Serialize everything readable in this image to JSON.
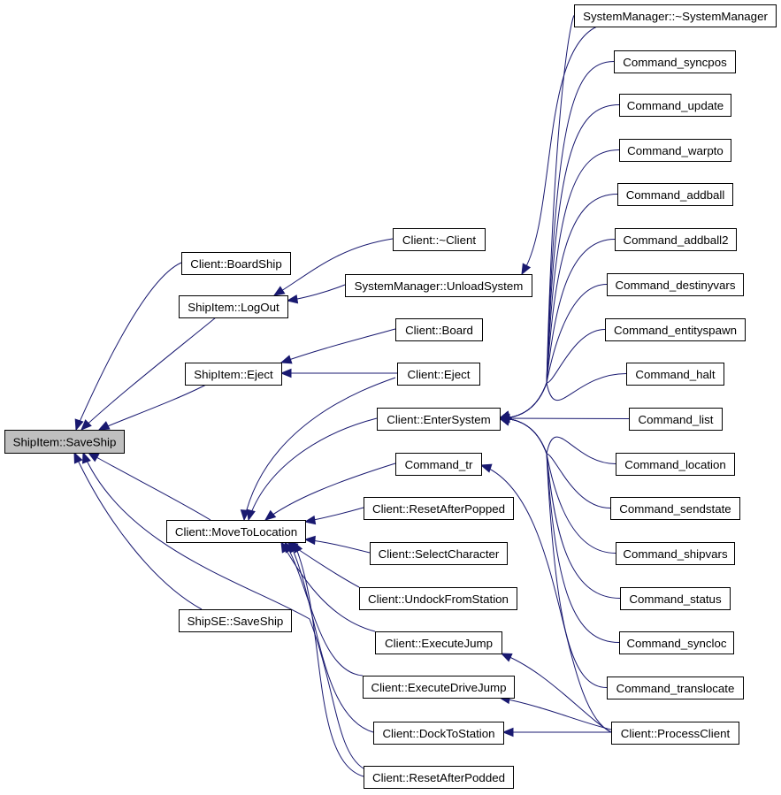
{
  "diagram": {
    "type": "call-graph",
    "edge_color": "#191970",
    "root_fill": "#bfbfbf",
    "nodes": [
      {
        "id": "saveship",
        "label": "ShipItem::SaveShip",
        "root": true
      },
      {
        "id": "boardship",
        "label": "Client::BoardShip"
      },
      {
        "id": "logout",
        "label": "ShipItem::LogOut"
      },
      {
        "id": "eject_item",
        "label": "ShipItem::Eject"
      },
      {
        "id": "movetoloc",
        "label": "Client::MoveToLocation"
      },
      {
        "id": "shipse_save",
        "label": "ShipSE::SaveShip"
      },
      {
        "id": "client_dtor",
        "label": "Client::~Client"
      },
      {
        "id": "unloadsys",
        "label": "SystemManager::UnloadSystem"
      },
      {
        "id": "client_board",
        "label": "Client::Board"
      },
      {
        "id": "client_eject",
        "label": "Client::Eject"
      },
      {
        "id": "entersystem",
        "label": "Client::EnterSystem"
      },
      {
        "id": "cmd_tr",
        "label": "Command_tr"
      },
      {
        "id": "resetpopped",
        "label": "Client::ResetAfterPopped"
      },
      {
        "id": "selectchar",
        "label": "Client::SelectCharacter"
      },
      {
        "id": "undock",
        "label": "Client::UndockFromStation"
      },
      {
        "id": "execjump",
        "label": "Client::ExecuteJump"
      },
      {
        "id": "execdrive",
        "label": "Client::ExecuteDriveJump"
      },
      {
        "id": "dock",
        "label": "Client::DockToStation"
      },
      {
        "id": "resetpodded",
        "label": "Client::ResetAfterPodded"
      },
      {
        "id": "sysmgr_dtor",
        "label": "SystemManager::~SystemManager"
      },
      {
        "id": "cmd_syncpos",
        "label": "Command_syncpos"
      },
      {
        "id": "cmd_update",
        "label": "Command_update"
      },
      {
        "id": "cmd_warpto",
        "label": "Command_warpto"
      },
      {
        "id": "cmd_addball",
        "label": "Command_addball"
      },
      {
        "id": "cmd_addball2",
        "label": "Command_addball2"
      },
      {
        "id": "cmd_destinyvars",
        "label": "Command_destinyvars"
      },
      {
        "id": "cmd_entityspawn",
        "label": "Command_entityspawn"
      },
      {
        "id": "cmd_halt",
        "label": "Command_halt"
      },
      {
        "id": "cmd_list",
        "label": "Command_list"
      },
      {
        "id": "cmd_location",
        "label": "Command_location"
      },
      {
        "id": "cmd_sendstate",
        "label": "Command_sendstate"
      },
      {
        "id": "cmd_shipvars",
        "label": "Command_shipvars"
      },
      {
        "id": "cmd_status",
        "label": "Command_status"
      },
      {
        "id": "cmd_syncloc",
        "label": "Command_syncloc"
      },
      {
        "id": "cmd_translocate",
        "label": "Command_translocate"
      },
      {
        "id": "processclient",
        "label": "Client::ProcessClient"
      }
    ],
    "edges": [
      [
        "boardship",
        "saveship"
      ],
      [
        "logout",
        "saveship"
      ],
      [
        "eject_item",
        "saveship"
      ],
      [
        "movetoloc",
        "saveship"
      ],
      [
        "shipse_save",
        "saveship"
      ],
      [
        "resetpodded",
        "saveship"
      ],
      [
        "client_dtor",
        "logout"
      ],
      [
        "unloadsys",
        "logout"
      ],
      [
        "client_board",
        "eject_item"
      ],
      [
        "client_eject",
        "eject_item"
      ],
      [
        "entersystem",
        "movetoloc"
      ],
      [
        "cmd_tr",
        "movetoloc"
      ],
      [
        "resetpopped",
        "movetoloc"
      ],
      [
        "selectchar",
        "movetoloc"
      ],
      [
        "undock",
        "movetoloc"
      ],
      [
        "execjump",
        "movetoloc"
      ],
      [
        "execdrive",
        "movetoloc"
      ],
      [
        "dock",
        "movetoloc"
      ],
      [
        "resetpodded",
        "movetoloc"
      ],
      [
        "client_eject",
        "movetoloc"
      ],
      [
        "sysmgr_dtor",
        "unloadsys"
      ],
      [
        "cmd_syncpos",
        "entersystem"
      ],
      [
        "cmd_update",
        "entersystem"
      ],
      [
        "cmd_warpto",
        "entersystem"
      ],
      [
        "cmd_addball",
        "entersystem"
      ],
      [
        "cmd_addball2",
        "entersystem"
      ],
      [
        "cmd_destinyvars",
        "entersystem"
      ],
      [
        "cmd_entityspawn",
        "entersystem"
      ],
      [
        "cmd_halt",
        "entersystem"
      ],
      [
        "cmd_list",
        "entersystem"
      ],
      [
        "cmd_location",
        "entersystem"
      ],
      [
        "cmd_sendstate",
        "entersystem"
      ],
      [
        "cmd_shipvars",
        "entersystem"
      ],
      [
        "cmd_status",
        "entersystem"
      ],
      [
        "cmd_syncloc",
        "entersystem"
      ],
      [
        "cmd_translocate",
        "entersystem"
      ],
      [
        "sysmgr_dtor",
        "entersystem"
      ],
      [
        "processclient",
        "cmd_tr"
      ],
      [
        "processclient",
        "execjump"
      ],
      [
        "processclient",
        "execdrive"
      ],
      [
        "processclient",
        "dock"
      ]
    ]
  }
}
